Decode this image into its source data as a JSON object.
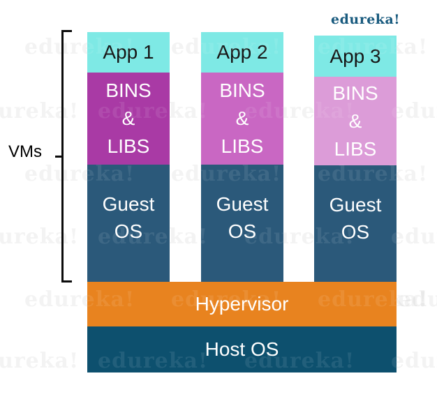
{
  "brand": {
    "logo_text": "edureka!",
    "logo_color": "#185a7e",
    "watermark_text": "edureka!"
  },
  "diagram": {
    "group_label": "VMs",
    "vm_columns": [
      {
        "app_label": "App 1",
        "app_color": "#7ee9e5",
        "bins_lines": [
          "BINS",
          "&",
          "LIBS"
        ],
        "bins_color": "#a93aa5",
        "guest_lines": [
          "Guest",
          "OS"
        ],
        "guest_color": "#2b597a"
      },
      {
        "app_label": "App 2",
        "app_color": "#7ee9e5",
        "bins_lines": [
          "BINS",
          "&",
          "LIBS"
        ],
        "bins_color": "#c967c3",
        "guest_lines": [
          "Guest",
          "OS"
        ],
        "guest_color": "#2b597a"
      },
      {
        "app_label": "App 3",
        "app_color": "#7ee9e5",
        "bins_lines": [
          "BINS",
          "&",
          "LIBS"
        ],
        "bins_color": "#dc9cd8",
        "guest_lines": [
          "Guest",
          "OS"
        ],
        "guest_color": "#2b597a"
      }
    ],
    "base_layers": [
      {
        "label": "Hypervisor",
        "color": "#e8831f"
      },
      {
        "label": "Host OS",
        "color": "#0d506e"
      }
    ]
  }
}
